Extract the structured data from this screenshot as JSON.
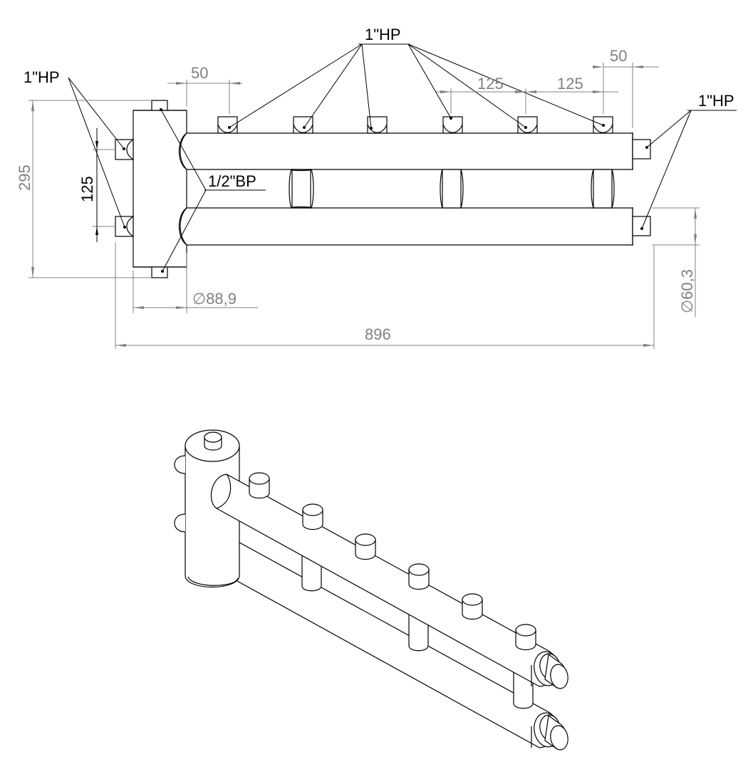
{
  "front_view": {
    "labels": {
      "top_nozzles": "1\"HP",
      "left_nozzles": "1\"HP",
      "right_nozzles": "1\"HP",
      "vent_drain": "1/2\"BP"
    },
    "dimensions": {
      "top_offset_left": "50",
      "top_offset_right": "50",
      "pitch_1": "125",
      "pitch_2": "125",
      "overall_height": "295",
      "left_spacing": "125",
      "body_diameter": "∅88,9",
      "pipe_diameter": "∅60,3",
      "overall_length": "896"
    }
  },
  "colors": {
    "line": "#000000",
    "dimension": "#808080",
    "background": "#ffffff"
  }
}
